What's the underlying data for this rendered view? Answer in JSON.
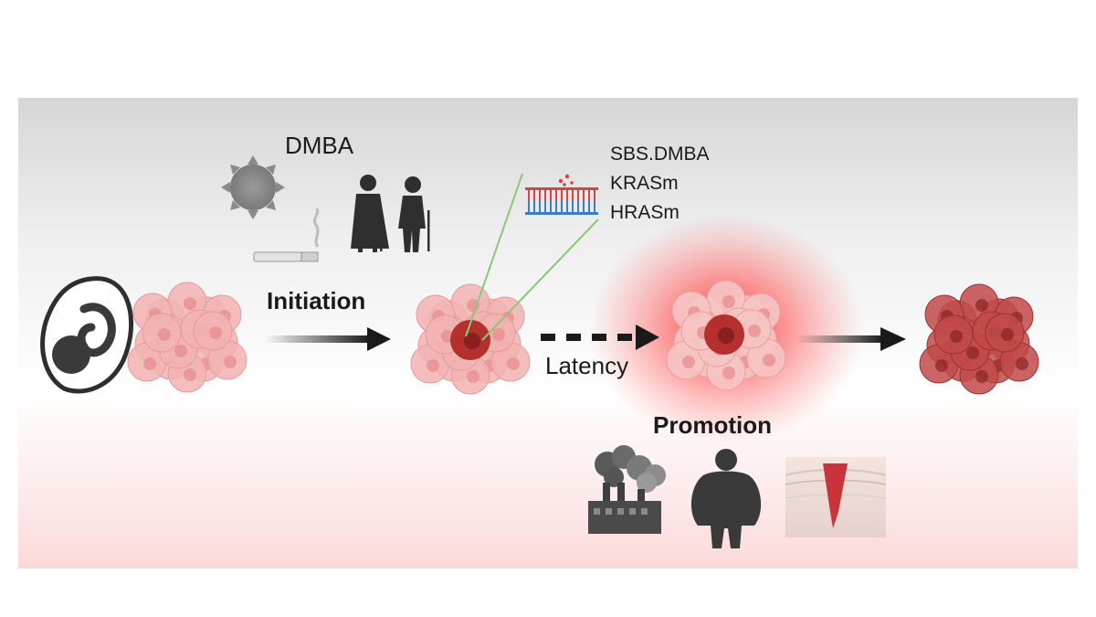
{
  "labels": {
    "dmba": "DMBA",
    "initiation": "Initiation",
    "latency": "Latency",
    "promotion": "Promotion"
  },
  "mutations": [
    "SBS.DMBA",
    "KRASm",
    "HRASm"
  ],
  "colors": {
    "normal_cell": "#f2b3b3",
    "mutant_core": "#b4302f",
    "tumor": "#c24a4a",
    "glow": "#ff3030",
    "arrow": "#1a1a1a",
    "icon": "#3a3a3a",
    "mutation_line": "#8bc77a"
  },
  "icons": [
    "fetus-icon",
    "sun-icon",
    "cigarette-icon",
    "elderly-couple-icon",
    "dna-mutation-icon",
    "factory-pollution-icon",
    "obese-person-icon",
    "skin-wound-icon"
  ]
}
